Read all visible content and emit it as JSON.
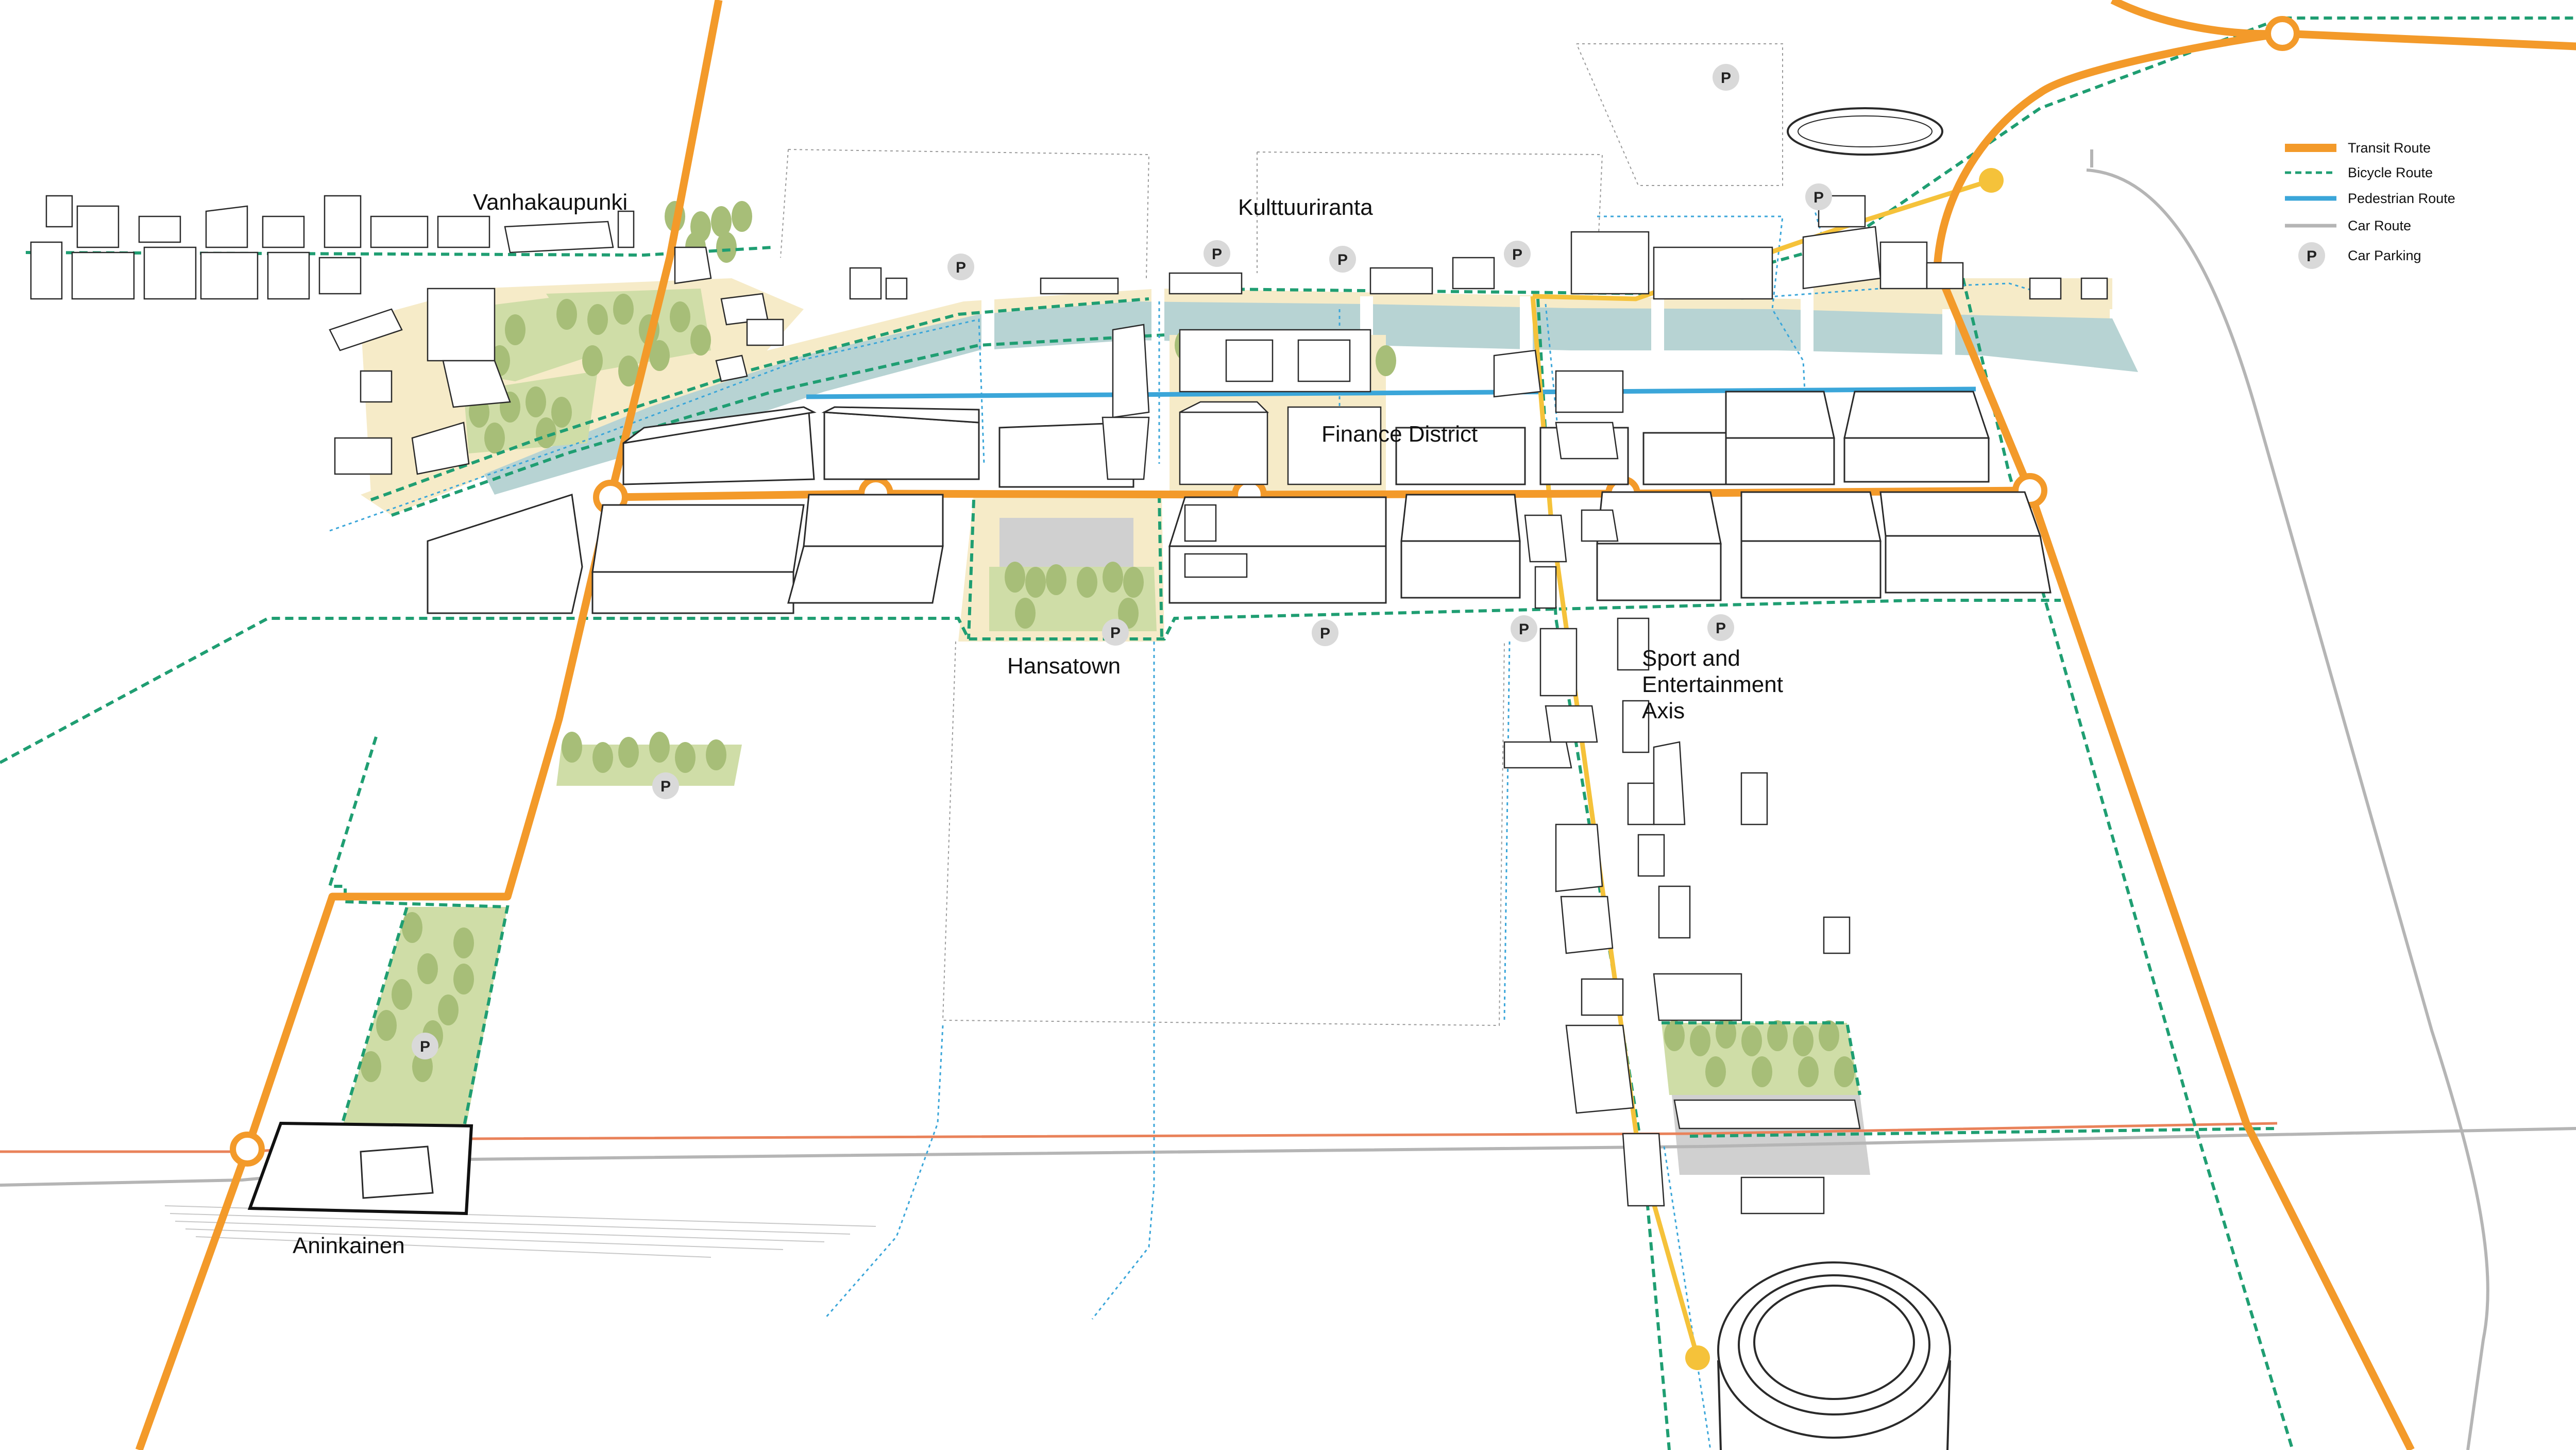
{
  "colors": {
    "transit": "#F39A2A",
    "bicycle": "#1F9E72",
    "pedestrian": "#3BA6D9",
    "car": "#B5B5B5",
    "rail": "#E9825A",
    "water": "#B7D3D3",
    "park": "#CFDDA7",
    "tree": "#A7BE78",
    "sand": "#F6EBC8",
    "parking_area": "#D0D0D0",
    "highlight_route": "#F5C23A"
  },
  "districts": {
    "vanhakaupunki": "Vanhakaupunki",
    "kulttuuriranta": "Kulttuuriranta",
    "finance": "Finance District",
    "hansatown": "Hansatown",
    "sport_line1": "Sport and",
    "sport_line2": "Entertainment",
    "sport_line3": "Axis",
    "aninkainen": "Aninkainen"
  },
  "parking_symbol": "P",
  "legend": {
    "transit": {
      "label": "Transit Route",
      "icon": "orange-line-icon"
    },
    "bicycle": {
      "label": "Bicycle Route",
      "icon": "green-dashed-line-icon"
    },
    "pedestrian": {
      "label": "Pedestrian Route",
      "icon": "blue-line-icon"
    },
    "car": {
      "label": "Car Route",
      "icon": "grey-line-icon"
    },
    "parking": {
      "label": "Car Parking",
      "icon": "parking-p-icon"
    }
  }
}
